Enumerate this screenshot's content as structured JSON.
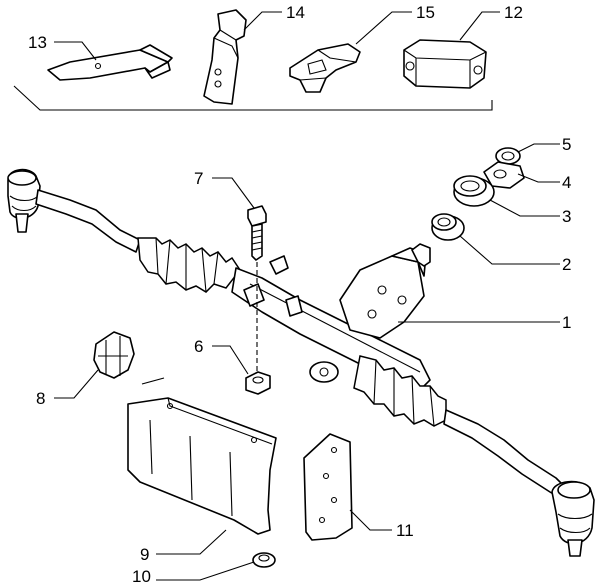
{
  "diagram": {
    "callouts": [
      {
        "id": "13",
        "label": "13"
      },
      {
        "id": "14",
        "label": "14"
      },
      {
        "id": "15",
        "label": "15"
      },
      {
        "id": "12",
        "label": "12"
      },
      {
        "id": "7",
        "label": "7"
      },
      {
        "id": "5",
        "label": "5"
      },
      {
        "id": "4",
        "label": "4"
      },
      {
        "id": "3",
        "label": "3"
      },
      {
        "id": "2",
        "label": "2"
      },
      {
        "id": "1",
        "label": "1"
      },
      {
        "id": "6",
        "label": "6"
      },
      {
        "id": "8",
        "label": "8"
      },
      {
        "id": "11",
        "label": "11"
      },
      {
        "id": "9",
        "label": "9"
      },
      {
        "id": "10",
        "label": "10"
      }
    ]
  }
}
